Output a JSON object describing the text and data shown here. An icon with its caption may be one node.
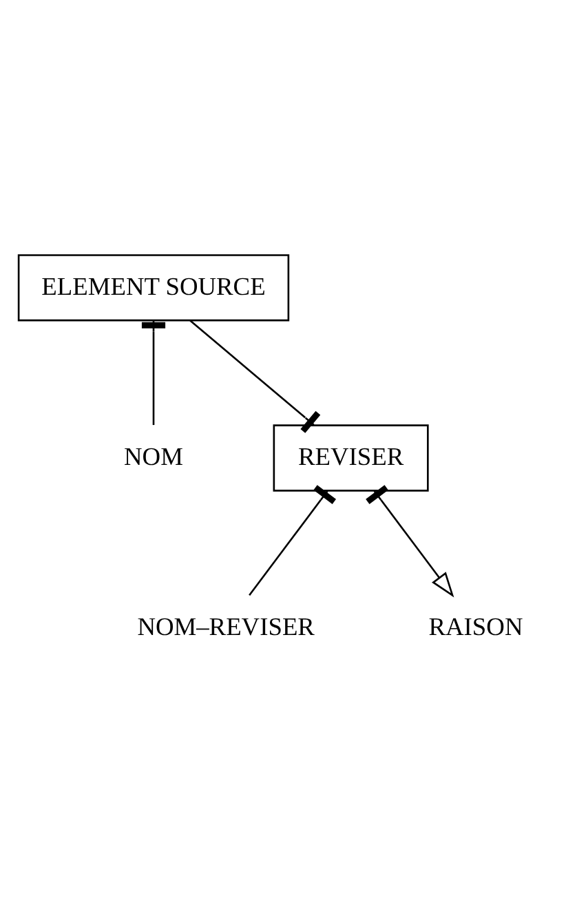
{
  "diagram": {
    "nodes": [
      {
        "text": [
          "ELEMENT SOURCE"
        ]
      },
      {
        "text": [
          "NOM"
        ]
      },
      {
        "text": [
          "REVISER"
        ]
      },
      {
        "text": [
          "NOM–REVISER"
        ]
      },
      {
        "text": [
          "RAISON"
        ]
      }
    ],
    "edges": [
      {
        "from": 0,
        "to": 1,
        "arrow": "other"
      },
      {
        "from": 2,
        "to": 0,
        "arrow": "other"
      },
      {
        "from": 2,
        "to": 3,
        "arrow": "other"
      },
      {
        "from": 2,
        "to": 4,
        "arrow": "to"
      }
    ]
  }
}
